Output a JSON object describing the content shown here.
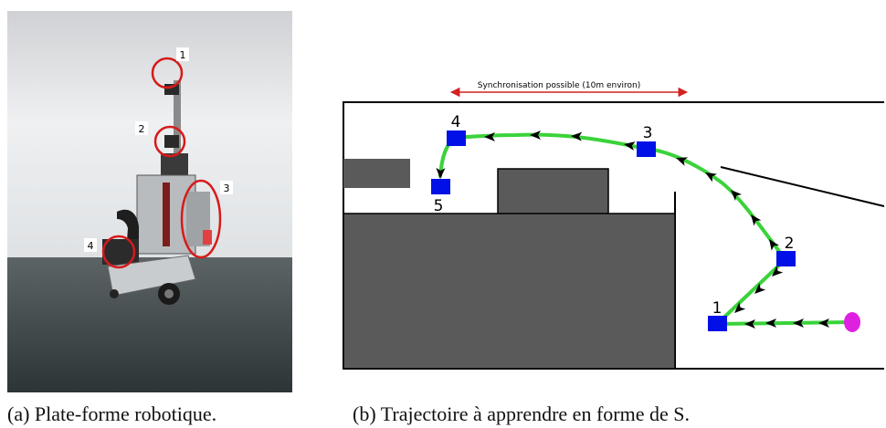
{
  "colors": {
    "wall_fill": "#5a5a5a",
    "path_green": "#3ad33a",
    "waypoint_blue": "#0010e6",
    "start_magenta": "#e020e0",
    "sync_arrow_red": "#d42020",
    "marker_red": "#d71a1a"
  },
  "photo": {
    "markers": [
      "1",
      "2",
      "3",
      "4"
    ]
  },
  "map": {
    "sync_label": "Synchronisation possible (10m environ)",
    "waypoints": [
      "1",
      "2",
      "3",
      "4",
      "5"
    ]
  },
  "captions": {
    "a": "(a)  Plate-forme robotique.",
    "b": "(b)  Trajectoire à apprendre en forme de S."
  }
}
